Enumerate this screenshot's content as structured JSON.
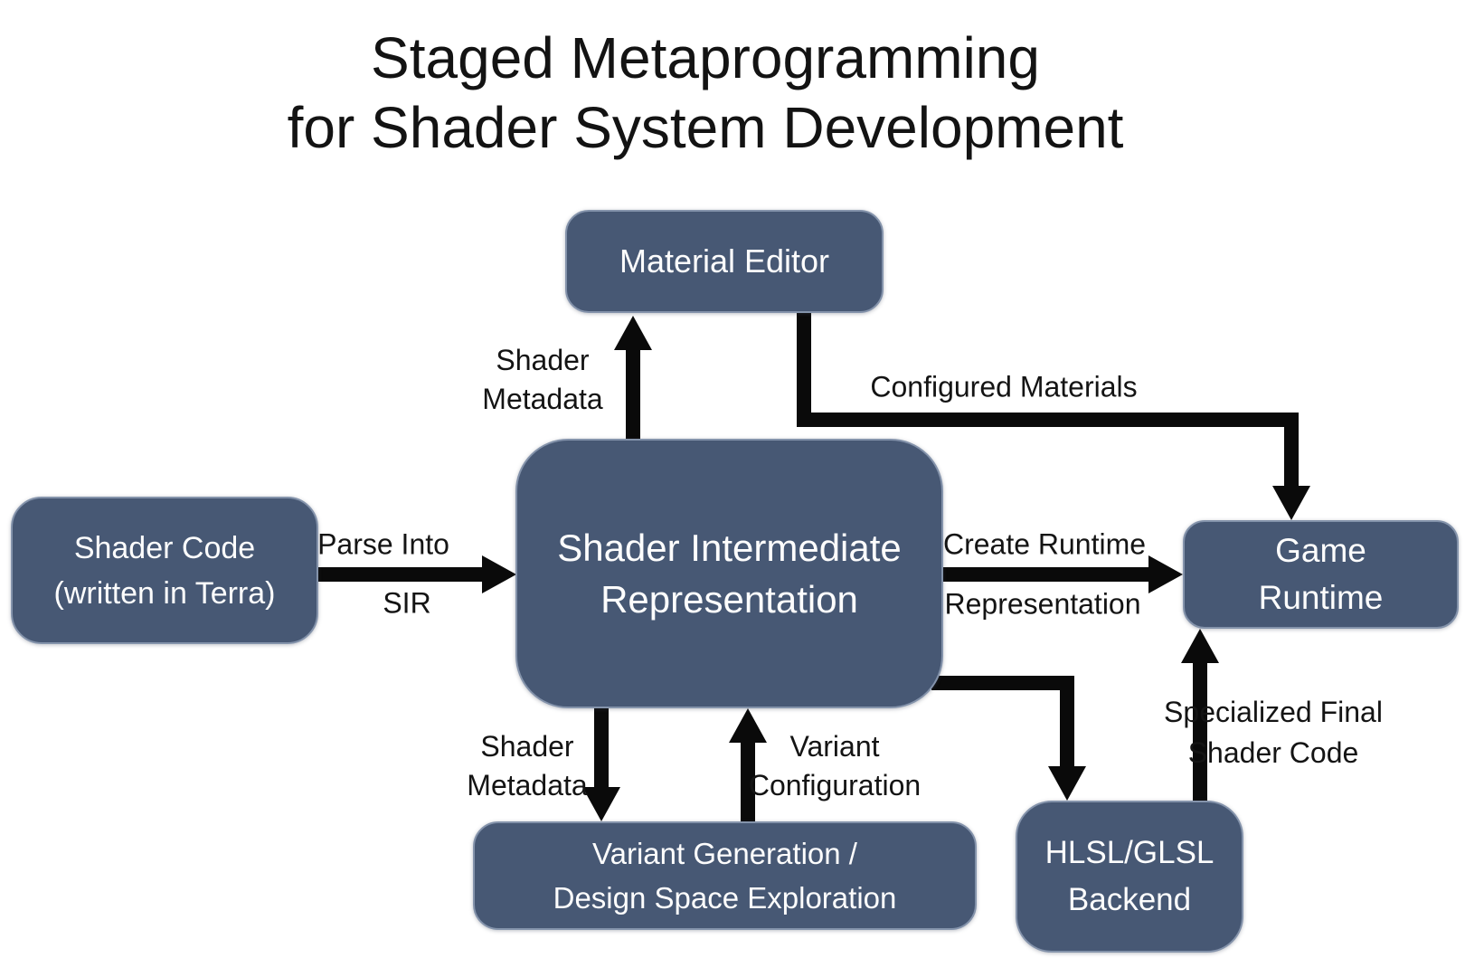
{
  "title": {
    "line1": "Staged Metaprogramming",
    "line2": "for Shader System Development"
  },
  "colors": {
    "background": "#ffffff",
    "node_fill": "#475874",
    "node_border": "#8493ab",
    "node_text": "#fdfdfd",
    "arrow": "#0a0a0a",
    "label_text": "#141414"
  },
  "nodes": {
    "material_editor": {
      "label": "Material Editor"
    },
    "shader_code": {
      "line1": "Shader Code",
      "line2": "(written in Terra)"
    },
    "sir": {
      "line1": "Shader Intermediate",
      "line2": "Representation"
    },
    "game_runtime": {
      "line1": "Game",
      "line2": "Runtime"
    },
    "variant_generation": {
      "line1": "Variant Generation /",
      "line2": "Design Space Exploration"
    },
    "hlsl_backend": {
      "line1": "HLSL/GLSL",
      "line2": "Backend"
    }
  },
  "edge_labels": {
    "parse_into": {
      "line1": "Parse Into",
      "line2": "SIR"
    },
    "shader_metadata_top": {
      "line1": "Shader",
      "line2": "Metadata"
    },
    "configured_materials": {
      "text": "Configured Materials"
    },
    "create_runtime": {
      "line1": "Create Runtime",
      "line2": "Representation"
    },
    "shader_metadata_bottom": {
      "line1": "Shader",
      "line2": "Metadata"
    },
    "variant_configuration": {
      "line1": "Variant",
      "line2": "Configuration"
    },
    "specialized_final": {
      "line1": "Specialized Final",
      "line2": "Shader Code"
    }
  }
}
